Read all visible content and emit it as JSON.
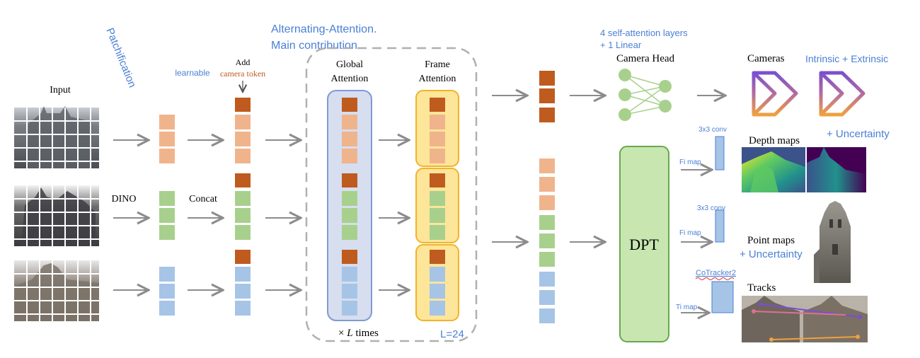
{
  "labels": {
    "input": "Input",
    "patchification": "Patchification",
    "dino": "DINO",
    "concat": "Concat",
    "learnable": "learnable",
    "add": "Add",
    "camera_token": "camera token",
    "alt_attention": "Alternating-Attention.",
    "main_contribution": "Main contribution",
    "global": "Global",
    "global_attention": "Attention",
    "frame": "Frame",
    "frame_attention": "Attention",
    "times_prefix": "×",
    "times_L": "L",
    "times_suffix": "times",
    "l24": "L=24",
    "self_attention_1": "4 self-attention layers",
    "self_attention_2": "+ 1 Linear",
    "camera_head": "Camera Head",
    "dpt": "DPT",
    "cameras": "Cameras",
    "intrinsic_extrinsic": "Intrinsic + Extrinsic",
    "depth_maps": "Depth maps",
    "uncertainty_depth": "+ Uncertainty",
    "conv1": "3x3 conv",
    "fi_map1": "Fi map",
    "conv2": "3x3 conv",
    "fi_map2": "Fi map",
    "point_maps": "Point maps",
    "uncertainty_points": "+ Uncertainty",
    "cotracker": "CoTracker2",
    "ti_map": "Ti map",
    "tracks": "Tracks"
  },
  "colors": {
    "camera_token": "#bf5b1f",
    "orange_token": "#f0b48c",
    "green_token": "#a8d08d",
    "blue_token": "#a6c4e6",
    "annotation_blue": "#4a7fd6",
    "arrow_gray": "#8c8c8c",
    "global_fill": "#d6deef",
    "global_stroke": "#7f9bd1",
    "frame_fill": "#fde59a",
    "frame_stroke": "#f0b429",
    "dpt_fill": "#c8e6b0",
    "dpt_stroke": "#6aa84f",
    "camera_purple": "#7b4fd0",
    "camera_orange": "#f0a040"
  }
}
